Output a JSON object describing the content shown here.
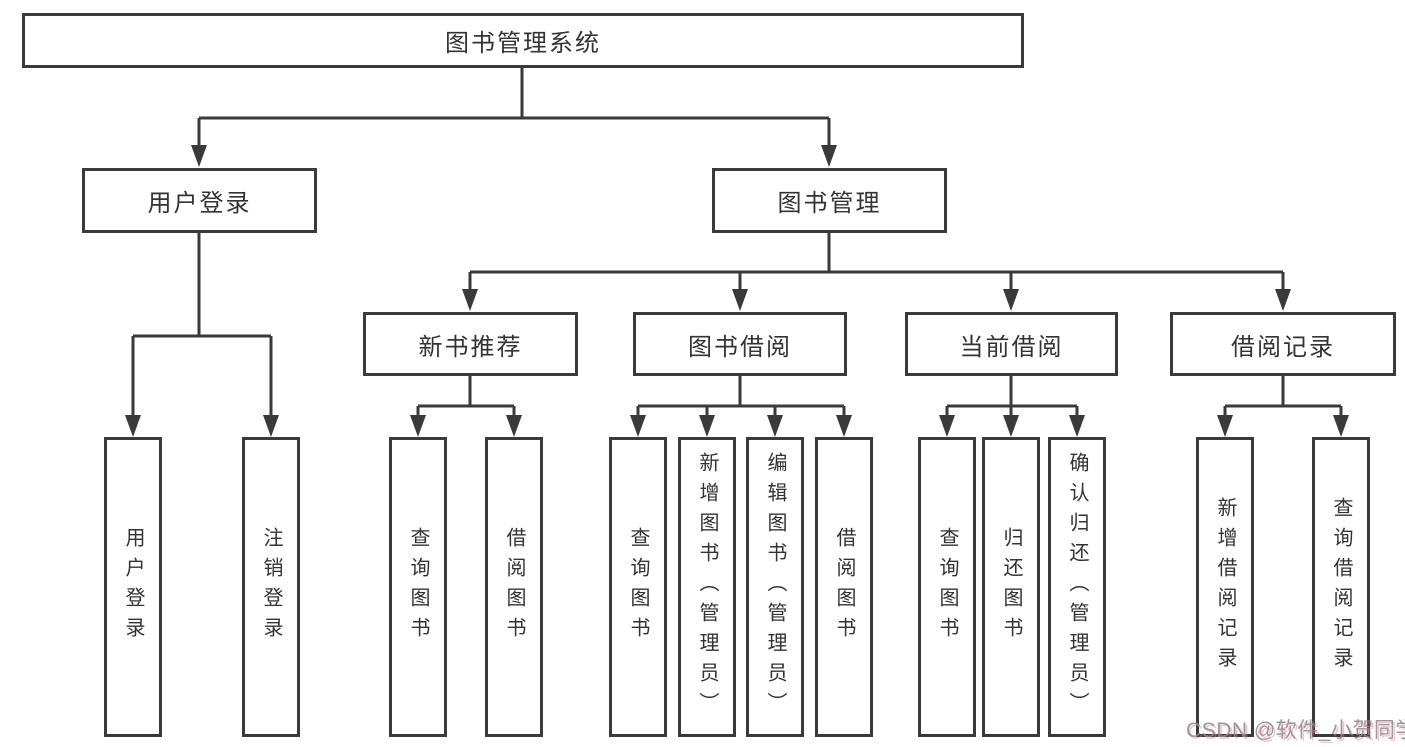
{
  "tree": {
    "root": {
      "label": "图书管理系统"
    },
    "level2": [
      {
        "label": "用户登录",
        "children": [
          {
            "label": "用户登录"
          },
          {
            "label": "注销登录"
          }
        ]
      },
      {
        "label": "图书管理",
        "children": [
          {
            "label": "新书推荐",
            "children": [
              {
                "label": "查询图书"
              },
              {
                "label": "借阅图书"
              }
            ]
          },
          {
            "label": "图书借阅",
            "children": [
              {
                "label": "查询图书"
              },
              {
                "label": "新增图书（管理员）"
              },
              {
                "label": "编辑图书（管理员）"
              },
              {
                "label": "借阅图书"
              }
            ]
          },
          {
            "label": "当前借阅",
            "children": [
              {
                "label": "查询图书"
              },
              {
                "label": "归还图书"
              },
              {
                "label": "确认归还（管理员）"
              }
            ]
          },
          {
            "label": "借阅记录",
            "children": [
              {
                "label": "新增借阅记录"
              },
              {
                "label": "查询借阅记录"
              }
            ]
          }
        ]
      }
    ]
  },
  "watermark": {
    "text": "CSDN @软件_小贺同学"
  },
  "colors": {
    "line": "#3a3a3a",
    "box_border": "#3a3a3a",
    "text": "#333333",
    "background": "#ffffff",
    "watermark_gray": "#8c8c8c",
    "watermark_shadow_pink": "#e97d9b"
  }
}
